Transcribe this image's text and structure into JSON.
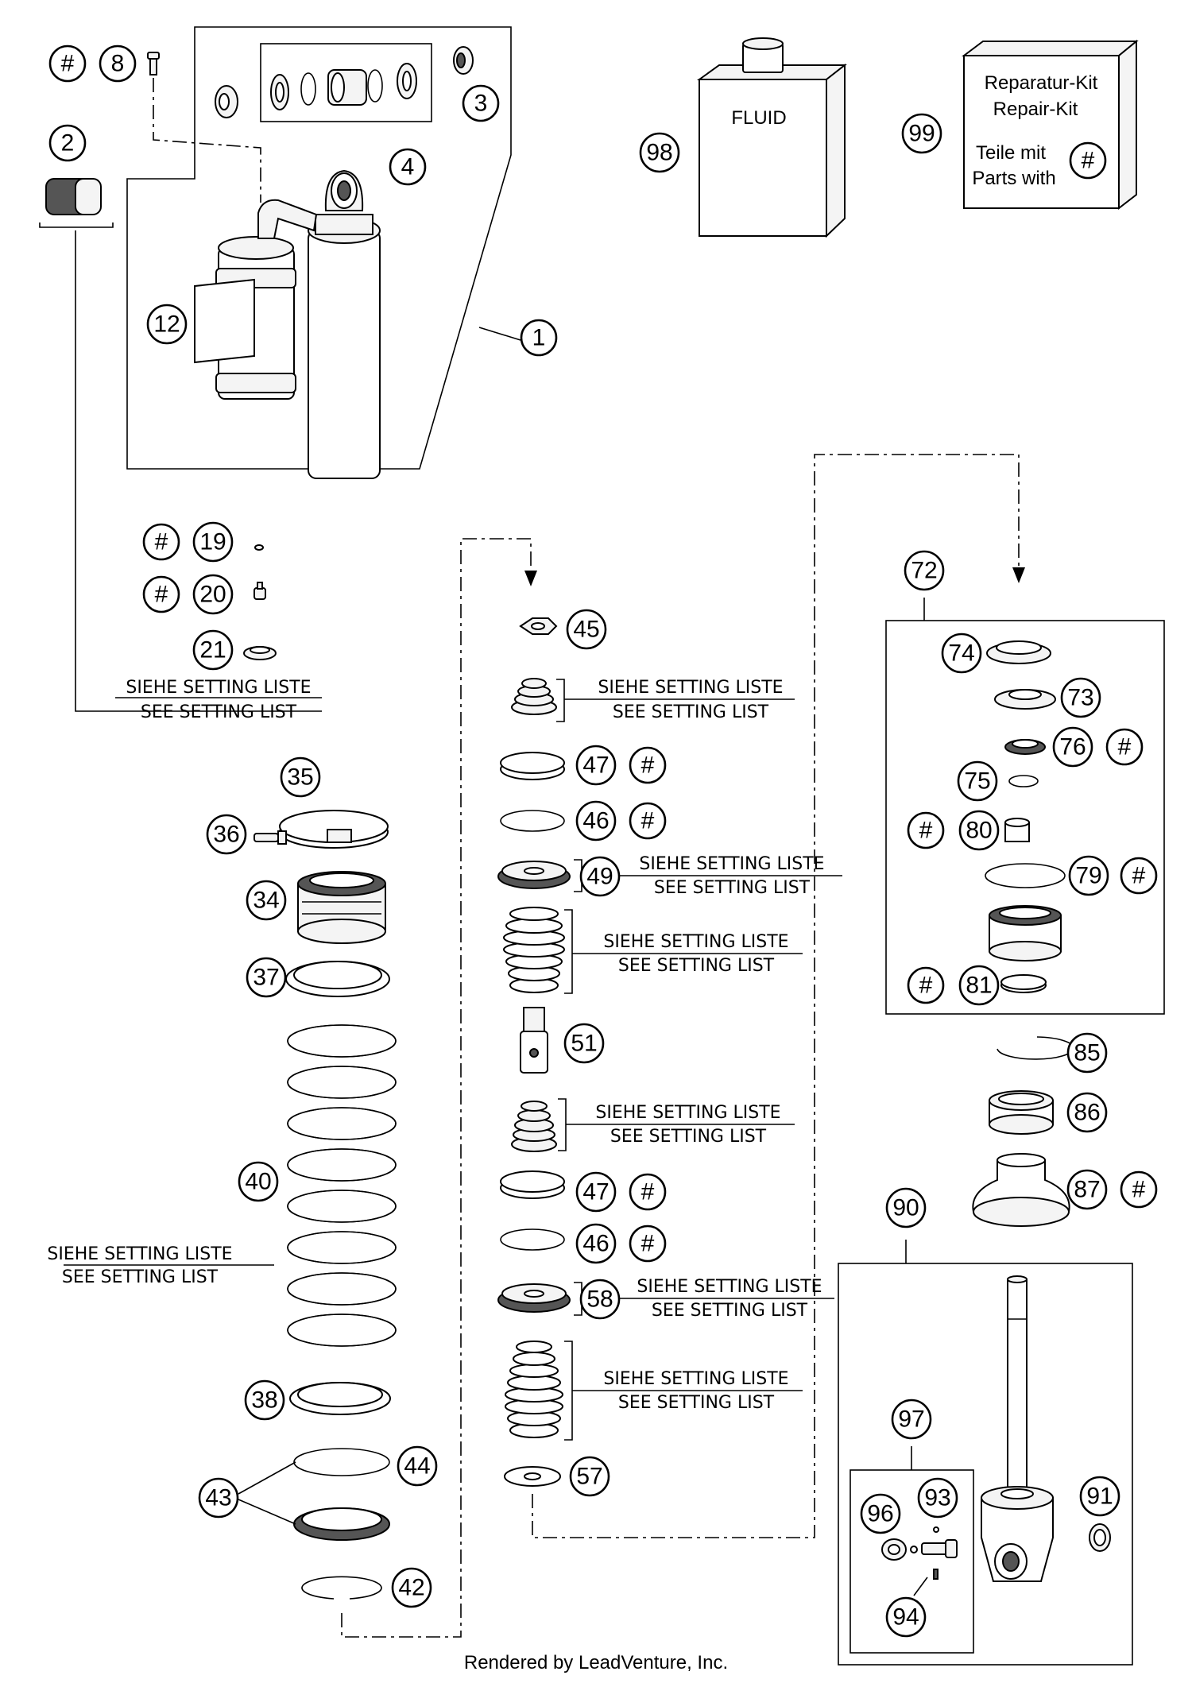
{
  "labels": {
    "setting_de": "SIEHE SETTING LISTE",
    "setting_en": "SEE SETTING LIST",
    "fluid": "FLUID",
    "kit_line1": "Reparatur-Kit",
    "kit_line2": "Repair-Kit",
    "kit_line3": "Teile mit",
    "kit_line4": "Parts with",
    "hash": "#",
    "footer": "Rendered by LeadVenture, Inc."
  },
  "callouts": {
    "c1": "1",
    "c2": "2",
    "c3": "3",
    "c4": "4",
    "c8": "8",
    "c12": "12",
    "c19": "19",
    "c20": "20",
    "c21": "21",
    "c34": "34",
    "c35": "35",
    "c36": "36",
    "c37": "37",
    "c38": "38",
    "c40": "40",
    "c42": "42",
    "c43": "43",
    "c44": "44",
    "c45": "45",
    "c46a": "46",
    "c46b": "46",
    "c47a": "47",
    "c47b": "47",
    "c49": "49",
    "c51": "51",
    "c57": "57",
    "c58": "58",
    "c72": "72",
    "c73": "73",
    "c74": "74",
    "c75": "75",
    "c76": "76",
    "c79": "79",
    "c80": "80",
    "c81": "81",
    "c85": "85",
    "c86": "86",
    "c87": "87",
    "c90": "90",
    "c91": "91",
    "c93": "93",
    "c94": "94",
    "c96": "96",
    "c97": "97",
    "c98": "98",
    "c99": "99"
  }
}
